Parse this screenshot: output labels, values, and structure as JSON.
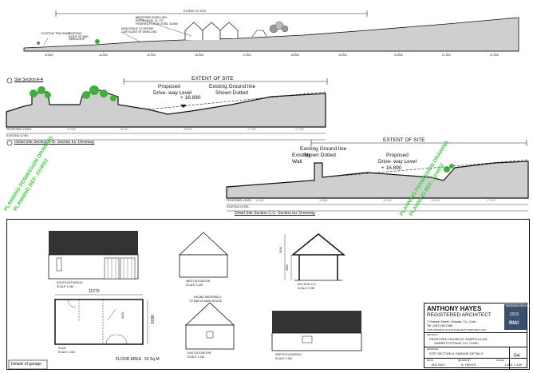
{
  "section_a": {
    "extent_label": "EXTENT OF SITE",
    "note_proposed": "PROPOSED DWELLING",
    "note_ridge": "RIDGE LEVEL  21.770",
    "note_ffl": "FINISHED FLOOR LEVEL  16.890",
    "note_fence": "NEW FENCE TO DEFINE CURTILAGE OF DWELLING",
    "note_trackway": "EXISTING TRACKWAY",
    "note_rightofway": "EXISTING RIGHT OF WAY HARDCORE",
    "title": "Site Section A-A",
    "chainage": [
      "11.600",
      "14.000",
      "15.000",
      "16.000",
      "17.000",
      "18.000",
      "19.000",
      "20.000",
      "21.000",
      "22.000"
    ]
  },
  "section_bb": {
    "extent_label": "EXTENT OF SITE",
    "proposed_label": "Proposed",
    "driveway_label": "Drive- way  Level",
    "level_label": "+ 16.890",
    "existing_ground_label": "Existing Ground line",
    "shown_dotted_label": "Shown Dotted",
    "row_proposed": "PROPOSED LEVEL",
    "row_existing": "EXISTING LEVEL",
    "levels": [
      "16.580",
      "16.440",
      "16.600",
      "17.000",
      "17.250"
    ],
    "title": "Detail Site Section  B-B- Section tru' Driveway"
  },
  "section_cc": {
    "extent_label": "EXTENT OF SITE",
    "existing_wall": "Existing",
    "existing_wall2": "Wall",
    "existing_ground": "Existing Ground line",
    "shown_dotted": "Shown Dotted",
    "proposed": "Proposed",
    "driveway": "Drive- way  Level",
    "level": "+ 16.890",
    "row_proposed": "PROPOSED LEVEL",
    "row_existing": "EXISTING LEVEL",
    "levels": [
      "16.880",
      "16.880",
      "16.890",
      "16.890",
      "17.000"
    ],
    "title": "Detail Site Section C-C- Section tru' Driveway"
  },
  "stamps": {
    "line1": "PLANNING PERMISSION DRAWING",
    "line2": "PLANNING REF: 22/4852"
  },
  "garage": {
    "south_elev": "SOUTH  ELEVATION",
    "west_elev": "WEST  ELEVATION",
    "section_cc": "SECTION C-C",
    "east_elev": "EAST  ELEVATION",
    "north_elev": "NORTH  ELEVATION",
    "plan": "PLAN",
    "scale": "SCALE 1:150",
    "dim_width": "11270",
    "dim_depth": "6030",
    "dim_inner": "5160",
    "dim_height": "6030",
    "dim_height2": "2550",
    "floor_area_label": "FLOOR AREA",
    "floor_area_value": "53 Sq.M",
    "facing_title": "FACING MATERIALS:",
    "facing_text": "TO MATCH MAIN HOUSE",
    "details_label": "Details of garage"
  },
  "title_block": {
    "name": "ANTHONY HAYES",
    "role": "REGISTERED ARCHITECT",
    "address": "7 Pearse Street, Kinsale, Co. Cork.",
    "tel": "Tel: (087)7607485",
    "note": "THIS DRAWING IS FOR PLANNING PURPOSES ONLY",
    "badge_top": "REGISTERED ARCHITECT",
    "badge_year": "2015",
    "badge_logo": "RIAI",
    "project_label": "PROJECT",
    "project_line1": "PROPOSED HOUSE AT GARRYLUCAS,",
    "project_line2": "GARRETTSTOWN, CO. CORK",
    "drawing_label": "DRAWING",
    "drawing_title": "SITE SECTION & GARAGE DETAILS",
    "date_label": "DATE",
    "date": "JAN   2022",
    "by_label": "DRAWN BY",
    "by": "A. HAYES",
    "scale_label": "SCALE",
    "scale": "1:400, 1:150",
    "sheet": "04"
  }
}
